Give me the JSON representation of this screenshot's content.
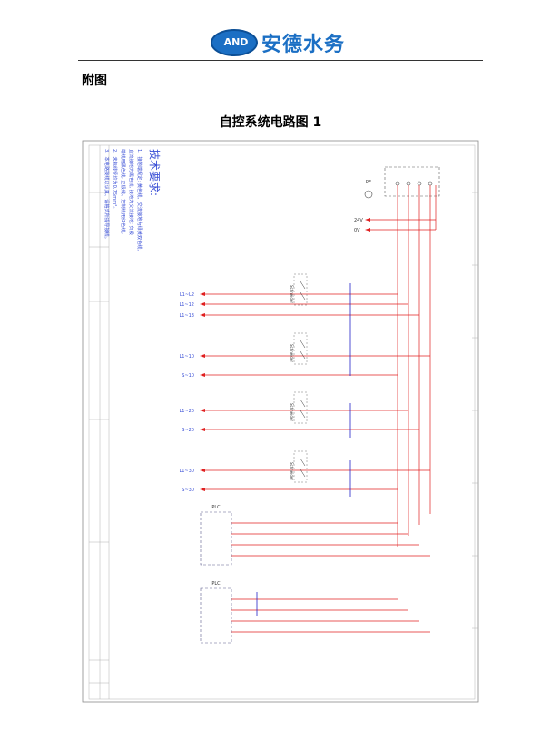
{
  "header": {
    "logo_mark": "AND",
    "company_name": "安德水务"
  },
  "appendix_label": "附图",
  "drawing_title": "自控系统电路图 1",
  "drawing": {
    "tech_heading": "技术要求:",
    "tech_notes": [
      "1、接地端规定: 黄色线、交流接地为绿黄双色线,",
      "   直流接地为黑色线, 接地为交流接地; 负极",
      "   端线用黑色线, 正极线、控制线用红色线。",
      "2、未标线径均为0.75mm²。",
      "3、本电路接线以认真、请格式所提导接线。"
    ],
    "left_labels": [
      "L1~L2",
      "L1~12",
      "L1~13",
      "L1~10",
      "S~10",
      "L1~20",
      "S~20",
      "L1~30",
      "S~30"
    ],
    "breaker_labels": [
      "Schneider",
      "Schneider",
      "Schneider",
      "Schneider"
    ],
    "terminal_label": "PE",
    "supply_labels": [
      "24V",
      "0V"
    ],
    "module_labels": [
      "PLC",
      "PLC"
    ],
    "colors": {
      "red_wire": "#e02020",
      "blue_wire": "#2323c8",
      "frame": "#8a8a8a",
      "text_blue": "#3a4fd6"
    }
  }
}
